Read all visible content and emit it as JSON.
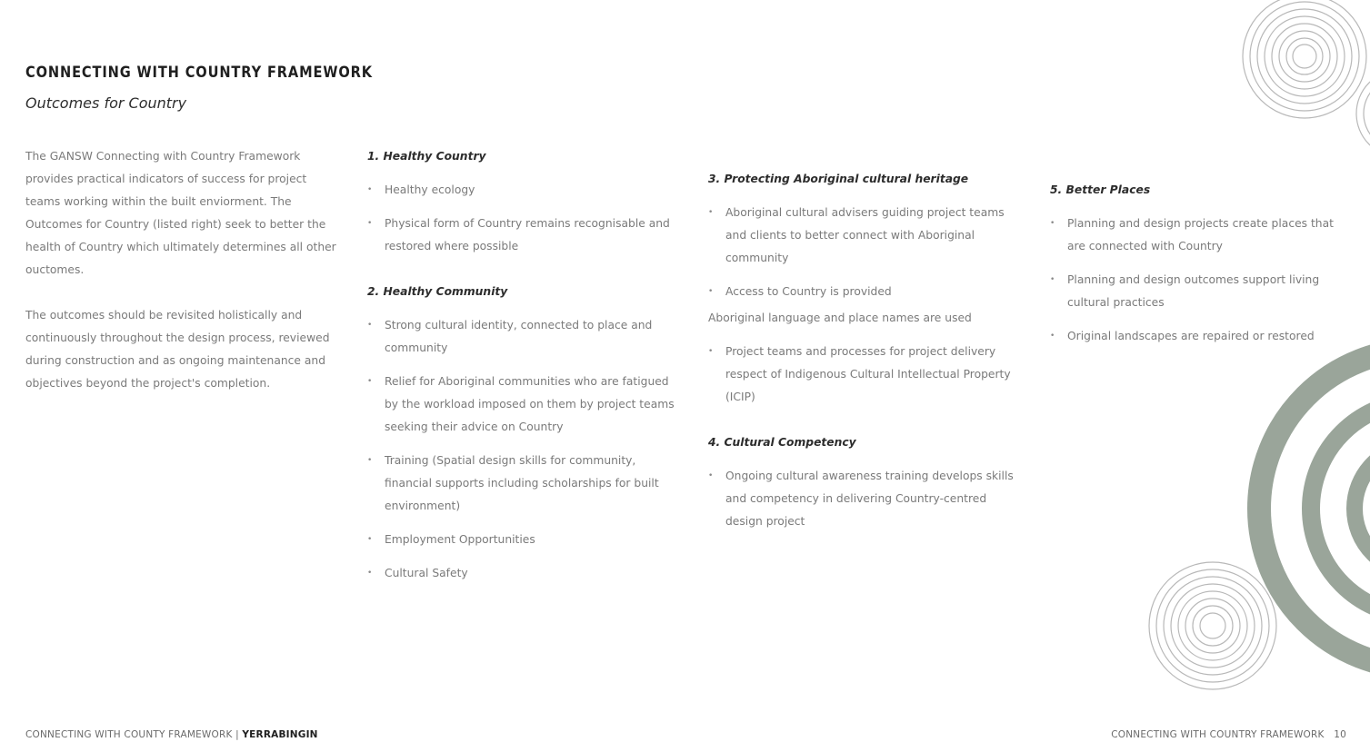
{
  "header": {
    "title": "CONNECTING WITH COUNTRY FRAMEWORK",
    "subtitle": "Outcomes for Country"
  },
  "intro": {
    "paragraphs": [
      "The GANSW Connecting with Country Framework provides practical indicators of success for project teams working within the built enviorment. The Outcomes for Country (listed right) seek to better the health of Country which ultimately determines all other ouctomes.",
      "The outcomes should be revisited holistically and continuously throughout the design process, reviewed during construction and as ongoing maintenance and objectives beyond the project's completion."
    ]
  },
  "bullet_glyph": "•",
  "sections": [
    {
      "heading": "1. Healthy Country",
      "items": [
        "Healthy ecology",
        "Physical form of Country remains recognisable and restored where possible"
      ]
    },
    {
      "heading": "2. Healthy Community",
      "items": [
        "Strong cultural identity, connected to place and community",
        "Relief for Aboriginal communities who are fatigued by the workload imposed on them by project teams seeking their advice on Country",
        "Training (Spatial design skills for community, financial supports including scholarships for built environment)",
        "Employment Opportunities",
        "Cultural Safety"
      ]
    },
    {
      "heading": "3. Protecting Aboriginal cultural heritage",
      "items_a": [
        "Aboriginal cultural advisers guiding project teams and clients to better connect with Aboriginal community",
        "Access to Country is provided"
      ],
      "plain": "Aboriginal language and place names are used",
      "items_b": [
        "Project teams and processes for project delivery respect of Indigenous Cultural Intellectual Property (ICIP)"
      ]
    },
    {
      "heading": "4. Cultural Competency",
      "items": [
        "Ongoing cultural awareness training develops skills and competency in delivering Country-centred design project"
      ]
    },
    {
      "heading": "5. Better Places",
      "items": [
        "Planning and design projects create places that are connected with Country",
        "Planning and design outcomes support living cultural practices",
        "Original landscapes are repaired or restored"
      ]
    }
  ],
  "footer": {
    "left_text": "CONNECTING WITH COUNTY FRAMEWORK | ",
    "left_bold": "YERRABINGIN",
    "right_text": "CONNECTING WITH COUNTRY FRAMEWORK",
    "page_number": "10"
  },
  "colors": {
    "accent": "#9aa59a",
    "ring_line": "#b8b8b8",
    "heading": "#2c2c2c",
    "body": "#7a7a7a"
  }
}
